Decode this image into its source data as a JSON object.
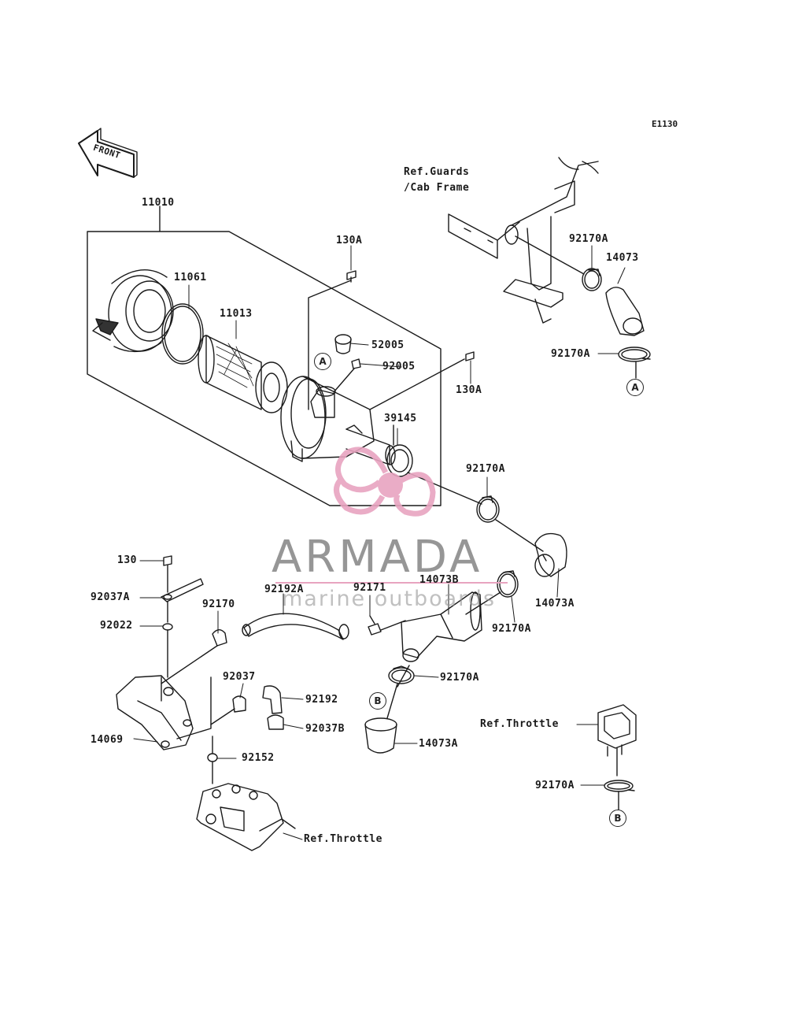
{
  "diagram": {
    "code": "E1130",
    "front_label": "FRONT",
    "colors": {
      "ink": "#1a1a1a",
      "watermark_pink": "#e8a4c0",
      "watermark_gray": "#7a7a7a"
    }
  },
  "watermark": {
    "title": "ARMADA",
    "subtitle": "marine outboards"
  },
  "parts": [
    {
      "id": "p11010",
      "number": "11010"
    },
    {
      "id": "p11061",
      "number": "11061"
    },
    {
      "id": "p11013",
      "number": "11013"
    },
    {
      "id": "p130A_top",
      "number": "130A"
    },
    {
      "id": "p52005",
      "number": "52005"
    },
    {
      "id": "p92005",
      "number": "92005"
    },
    {
      "id": "p130A_mid",
      "number": "130A"
    },
    {
      "id": "p39145",
      "number": "39145"
    },
    {
      "id": "pRefGuards",
      "number": "Ref.Guards\n/Cab Frame"
    },
    {
      "id": "p92170A_1",
      "number": "92170A"
    },
    {
      "id": "p14073",
      "number": "14073"
    },
    {
      "id": "p92170A_2",
      "number": "92170A"
    },
    {
      "id": "p92170A_3",
      "number": "92170A"
    },
    {
      "id": "p130",
      "number": "130"
    },
    {
      "id": "p92037A",
      "number": "92037A"
    },
    {
      "id": "p92022",
      "number": "92022"
    },
    {
      "id": "p92170",
      "number": "92170"
    },
    {
      "id": "p92192A",
      "number": "92192A"
    },
    {
      "id": "p92171",
      "number": "92171"
    },
    {
      "id": "p14073B",
      "number": "14073B"
    },
    {
      "id": "p14073A_1",
      "number": "14073A"
    },
    {
      "id": "p92170A_4",
      "number": "92170A"
    },
    {
      "id": "p92170A_5",
      "number": "92170A"
    },
    {
      "id": "p92037",
      "number": "92037"
    },
    {
      "id": "p92192",
      "number": "92192"
    },
    {
      "id": "p92037B",
      "number": "92037B"
    },
    {
      "id": "p14069",
      "number": "14069"
    },
    {
      "id": "p92152",
      "number": "92152"
    },
    {
      "id": "p14073A_2",
      "number": "14073A"
    },
    {
      "id": "pRefThrottle1",
      "number": "Ref.Throttle"
    },
    {
      "id": "p92170A_6",
      "number": "92170A"
    },
    {
      "id": "pRefThrottle2",
      "number": "Ref.Throttle"
    }
  ],
  "markers": [
    {
      "id": "mA1",
      "letter": "A"
    },
    {
      "id": "mA2",
      "letter": "A"
    },
    {
      "id": "mB1",
      "letter": "B"
    },
    {
      "id": "mB2",
      "letter": "B"
    }
  ]
}
